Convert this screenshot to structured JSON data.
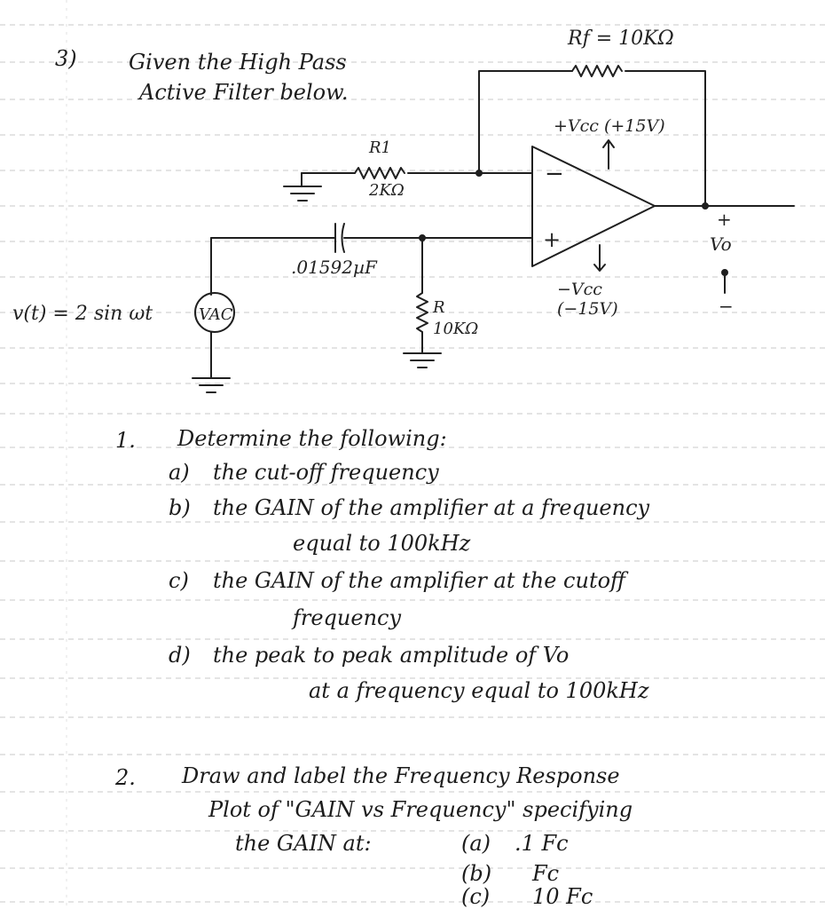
{
  "problem": {
    "number": "3)",
    "intro_line1": "Given the High Pass",
    "intro_line2": "Active Filter below."
  },
  "circuit": {
    "rf_label": "Rf = 10KΩ",
    "r1_label": "R1",
    "r1_value": "2KΩ",
    "capacitor_value": ".01592µF",
    "source_expr": "v(t) = 2 sin ωt",
    "source_label": "VAC",
    "r_label": "R",
    "r_value": "10KΩ",
    "vcc_pos": "+Vcc (+15V)",
    "vcc_neg_line1": "−Vcc",
    "vcc_neg_line2": "(−15V)",
    "opamp_minus": "−",
    "opamp_plus": "+",
    "vo_plus": "+",
    "vo_label": "Vo",
    "vo_minus": "−"
  },
  "questions": {
    "q1_num": "1.",
    "q1_intro": "Determine the following:",
    "q1_items": [
      {
        "tag": "a)",
        "text": "the cut-off frequency"
      },
      {
        "tag": "b)",
        "text": "the GAIN of the amplifier at a frequency",
        "cont": "equal to 100kHz"
      },
      {
        "tag": "c)",
        "text": "the GAIN of the amplifier at the cutoff",
        "cont": "frequency"
      },
      {
        "tag": "d)",
        "text": "the peak to peak amplitude of Vo",
        "cont": "at a frequency equal to 100kHz"
      }
    ],
    "q2_num": "2.",
    "q2_line1": "Draw and label the Frequency Response",
    "q2_line2": "Plot of \"GAIN vs Frequency\" specifying",
    "q2_line3": "the GAIN at:",
    "q2_points": [
      {
        "tag": "(a)",
        "text": ".1 Fc"
      },
      {
        "tag": "(b)",
        "text": "Fc"
      },
      {
        "tag": "(c)",
        "text": "10 Fc"
      }
    ]
  }
}
